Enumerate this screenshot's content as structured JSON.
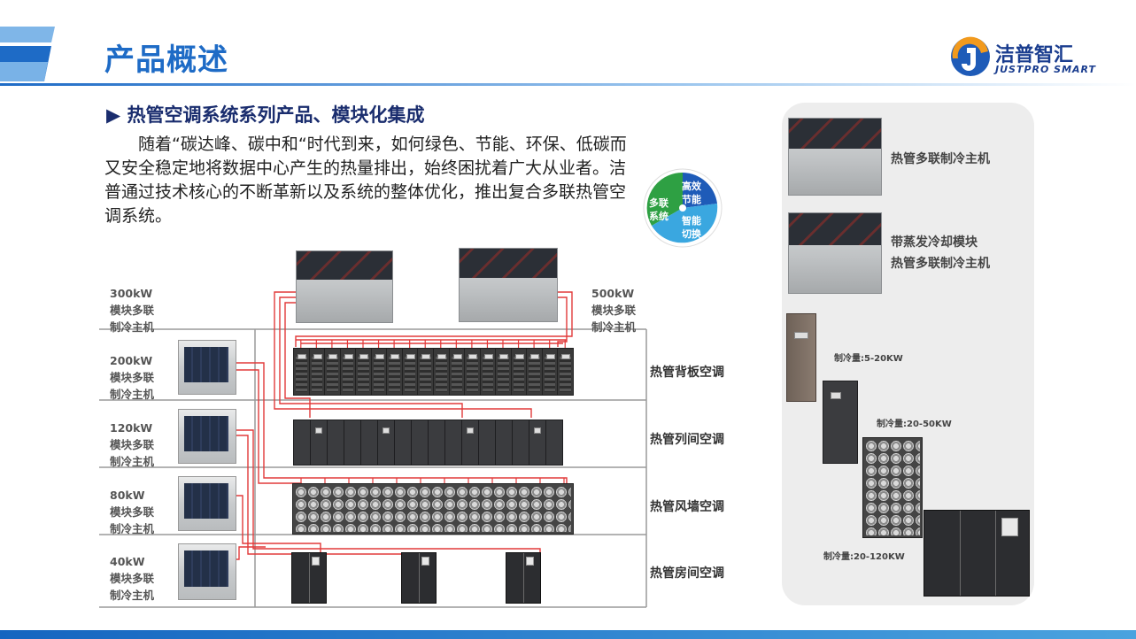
{
  "header": {
    "title": "产品概述",
    "logo_name": "洁普智汇",
    "logo_sub": "JUSTPRO SMART"
  },
  "section": {
    "title": "▶ 热管空调系统系列产品、模块化集成",
    "paragraph": "随着“碳达峰、碳中和“时代到来，如何绿色、节能、环保、低碳而又安全稳定地将数据中心产生的热量排出，始终困扰着广大从业者。洁普通过技术核心的不断革新以及系统的整体优化，推出复合多联热管空调系统。"
  },
  "circle": {
    "left_line1": "多联",
    "left_line2": "系统",
    "top_line1": "高效",
    "top_line2": "节能",
    "bottom_line1": "智能",
    "bottom_line2": "切换",
    "colors": {
      "left": "#2ea043",
      "top": "#1e5bb8",
      "bottom": "#3aa7e0"
    }
  },
  "diagram": {
    "unit_300": [
      "300kW",
      "模块多联",
      "制冷主机"
    ],
    "unit_500": [
      "500kW",
      "模块多联",
      "制冷主机"
    ],
    "units": [
      [
        "200kW",
        "模块多联",
        "制冷主机"
      ],
      [
        "120kW",
        "模块多联",
        "制冷主机"
      ],
      [
        "80kW",
        "模块多联",
        "制冷主机"
      ],
      [
        "40kW",
        "模块多联",
        "制冷主机"
      ]
    ],
    "systems": [
      "热管背板空调",
      "热管列间空调",
      "热管风墙空调",
      "热管房间空调"
    ],
    "pipe_color": "#e23a3a"
  },
  "panel": {
    "item1": "热管多联制冷主机",
    "item2_line1": "带蒸发冷却模块",
    "item2_line2": "热管多联制冷主机",
    "cap1": "制冷量:5-20KW",
    "cap2": "制冷量:20-50KW",
    "cap3": "制冷量:20-120KW"
  }
}
